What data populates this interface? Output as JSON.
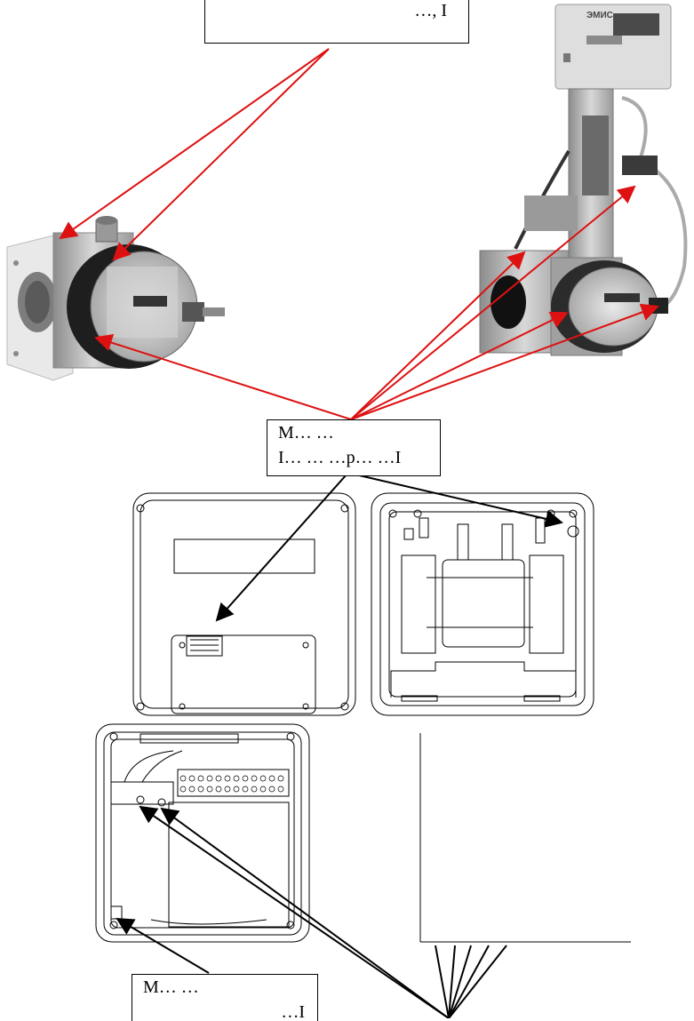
{
  "callouts": {
    "top": {
      "line1": "…, I"
    },
    "middle": {
      "line1": "М… …",
      "line2": "I… … …р… …I"
    },
    "bottom_left": {
      "line1": "М… …",
      "line2": "…I"
    }
  },
  "colors": {
    "red_arrow": "#dd1111",
    "black_arrow": "#000000",
    "device_grey": "#a8a8a8",
    "dark_body": "#2a2a2a",
    "brand_label": "ЭМИС"
  },
  "device_brand": "ЭМИС"
}
